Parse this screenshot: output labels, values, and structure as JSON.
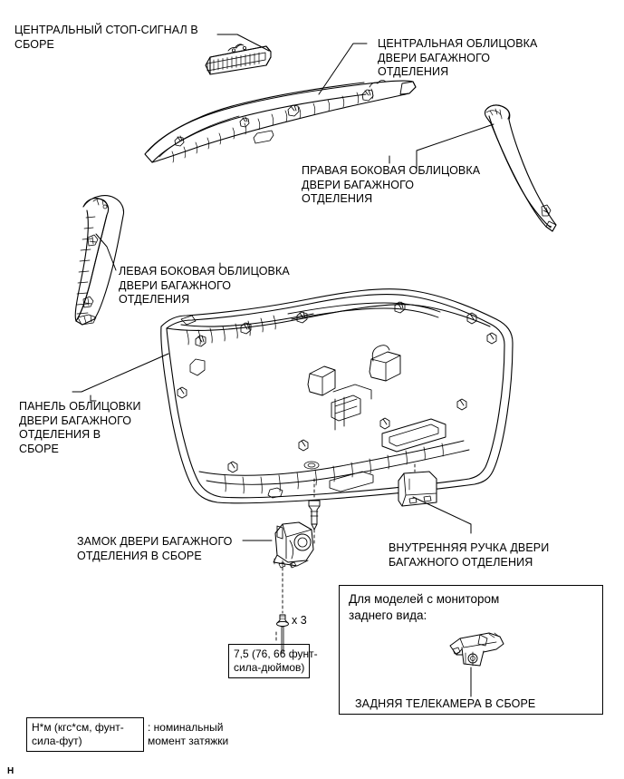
{
  "document": {
    "type": "exploded-parts-diagram",
    "language": "ru",
    "corner_mark": "H"
  },
  "callouts": [
    {
      "id": "center-stop-lamp",
      "name": "center-stop-lamp-assembly",
      "text": "ЦЕНТРАЛЬНЫЙ СТОП-СИГНАЛ В\nСБОРЕ"
    },
    {
      "id": "center-garnish",
      "name": "luggage-door-center-garnish",
      "text": "ЦЕНТРАЛЬНАЯ ОБЛИЦОВКА\nДВЕРИ БАГАЖНОГО\nОТДЕЛЕНИЯ"
    },
    {
      "id": "right-side-garnish",
      "name": "luggage-door-right-side-garnish",
      "text": "ПРАВАЯ БОКОВАЯ ОБЛИЦОВКА\nДВЕРИ БАГАЖНОГО\nОТДЕЛЕНИЯ"
    },
    {
      "id": "left-side-garnish",
      "name": "luggage-door-left-side-garnish",
      "text": "ЛЕВАЯ БОКОВАЯ ОБЛИЦОВКА\nДВЕРИ БАГАЖНОГО\nОТДЕЛЕНИЯ"
    },
    {
      "id": "trim-panel",
      "name": "luggage-door-trim-panel-assembly",
      "text": "ПАНЕЛЬ ОБЛИЦОВКИ\nДВЕРИ БАГАЖНОГО\nОТДЕЛЕНИЯ В\nСБОРЕ"
    },
    {
      "id": "door-lock",
      "name": "luggage-door-lock-assembly",
      "text": "ЗАМОК ДВЕРИ БАГАЖНОГО\nОТДЕЛЕНИЯ В СБОРЕ"
    },
    {
      "id": "inner-handle",
      "name": "luggage-door-inner-handle",
      "text": "ВНУТРЕННЯЯ РУЧКА ДВЕРИ\nБАГАЖНОГО ОТДЕЛЕНИЯ"
    },
    {
      "id": "rear-camera",
      "name": "rear-television-camera-assembly",
      "text": "ЗАДНЯЯ ТЕЛЕКАМЕРА В СБОРЕ"
    }
  ],
  "quantity_markers": [
    {
      "id": "screw-x3",
      "name": "screw-quantity-marker",
      "text": "x 3"
    }
  ],
  "torque_boxes": [
    {
      "id": "lock-torque",
      "name": "torque-spec-box",
      "text": "7,5 (76, 66 фунт-\nсила-дюймов)"
    }
  ],
  "note_box": {
    "name": "rear-monitor-note-box",
    "title": "Для моделей с монитором\nзаднего вида:"
  },
  "legend": {
    "name": "torque-legend",
    "unit_text": "Н*м (кгс*см, фунт-\nсила-фут)",
    "definition_text": ": номинальный\nмомент затяжки"
  },
  "colors": {
    "ink": "#000000",
    "background": "#ffffff",
    "line": "#1a1a1a"
  }
}
